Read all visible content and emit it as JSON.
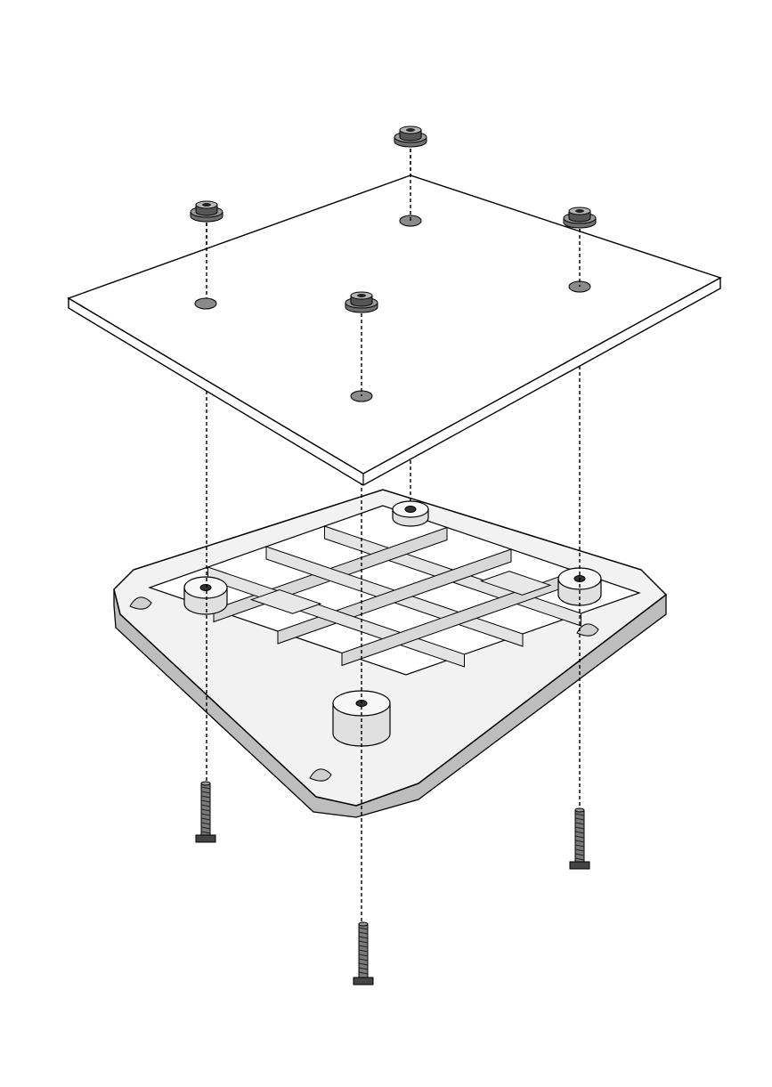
{
  "diagram": {
    "type": "exploded-assembly",
    "parts": [
      "top-panel",
      "base-tray",
      "flange-nut",
      "screw"
    ],
    "nut_count": 4,
    "screw_count": 3
  },
  "colors": {
    "line": "#000000",
    "panel_face": "#ffffff",
    "tray_face": "#f2f2f2",
    "tray_side": "#bdbdbd",
    "hole_fill": "#8a8a8a",
    "hardware": "#6f6f6f"
  }
}
